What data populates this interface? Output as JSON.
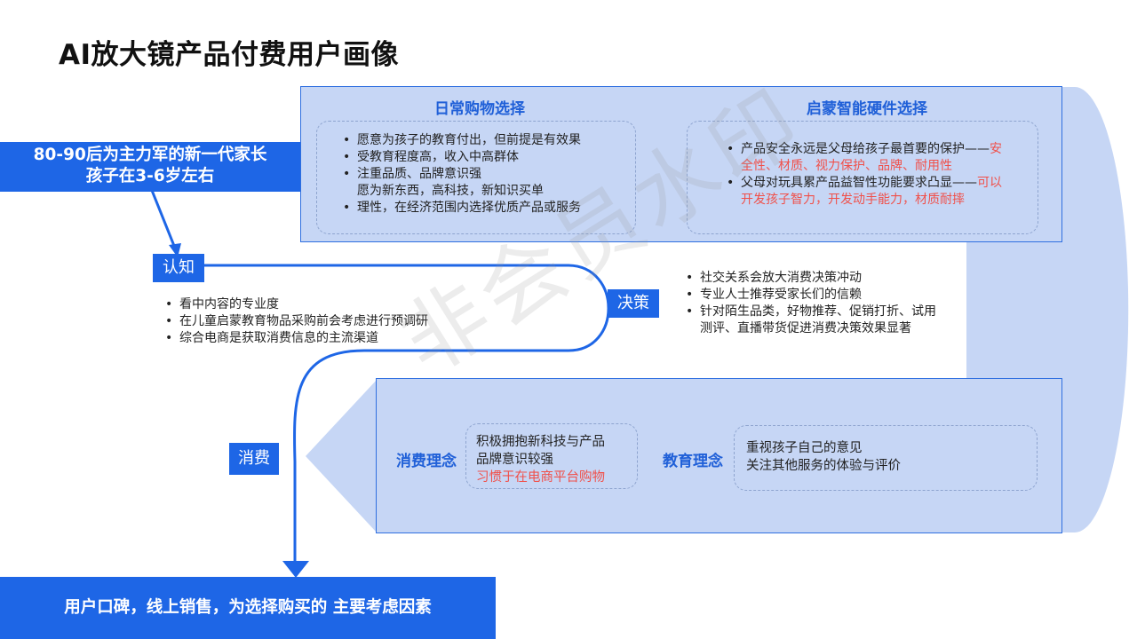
{
  "title": "AI放大镜产品付费用户画像",
  "persona": {
    "line1": "80-90后为主力军的新一代家长",
    "line2": "孩子在3-6岁左右"
  },
  "stages": {
    "cognition": "认知",
    "decision": "决策",
    "consumption": "消费"
  },
  "daily_shopping": {
    "heading": "日常购物选择",
    "items": [
      "愿意为孩子的教育付出，但前提是有效果",
      "受教育程度高，收入中高群体",
      "注重品质、品牌意识强",
      "愿为新东西，高科技，新知识买单",
      "理性，在经济范围内选择优质产品或服务"
    ]
  },
  "hardware_choice": {
    "heading": "启蒙智能硬件选择",
    "item1_black": "产品安全永远是父母给孩子最首要的保护——",
    "item1_red_a": "安",
    "item1_red_b": "全性、材质、视力保护、品牌、耐用性",
    "item2_black": "父母对玩具累产品益智性功能要求凸显——",
    "item2_red_a": "可以",
    "item2_red_b": "开发孩子智力，开发动手能力，材质耐摔"
  },
  "cognition_points": [
    "看中内容的专业度",
    "在儿童启蒙教育物品采购前会考虑进行预调研",
    "综合电商是获取消费信息的主流渠道"
  ],
  "decision_points": [
    "社交关系会放大消费决策冲动",
    "专业人士推荐受家长们的信赖",
    "针对陌生品类，好物推荐、促销打折、试用",
    "测评、直播带货促进消费决策效果显著"
  ],
  "consumption_concept": {
    "label": "消费理念",
    "line1": "积极拥抱新科技与产品",
    "line2": "品牌意识较强",
    "line3_red": "习惯于在电商平台购物"
  },
  "education_concept": {
    "label": "教育理念",
    "line1": "重视孩子自己的意见",
    "line2": "关注其他服务的体验与评价"
  },
  "conclusion": "用户口碑，线上销售，为选择购买的 主要考虑因素",
  "watermark": "非会员水印",
  "colors": {
    "accent": "#1e66e6",
    "band": "#c6d6f5",
    "highlight": "#f0504a"
  }
}
